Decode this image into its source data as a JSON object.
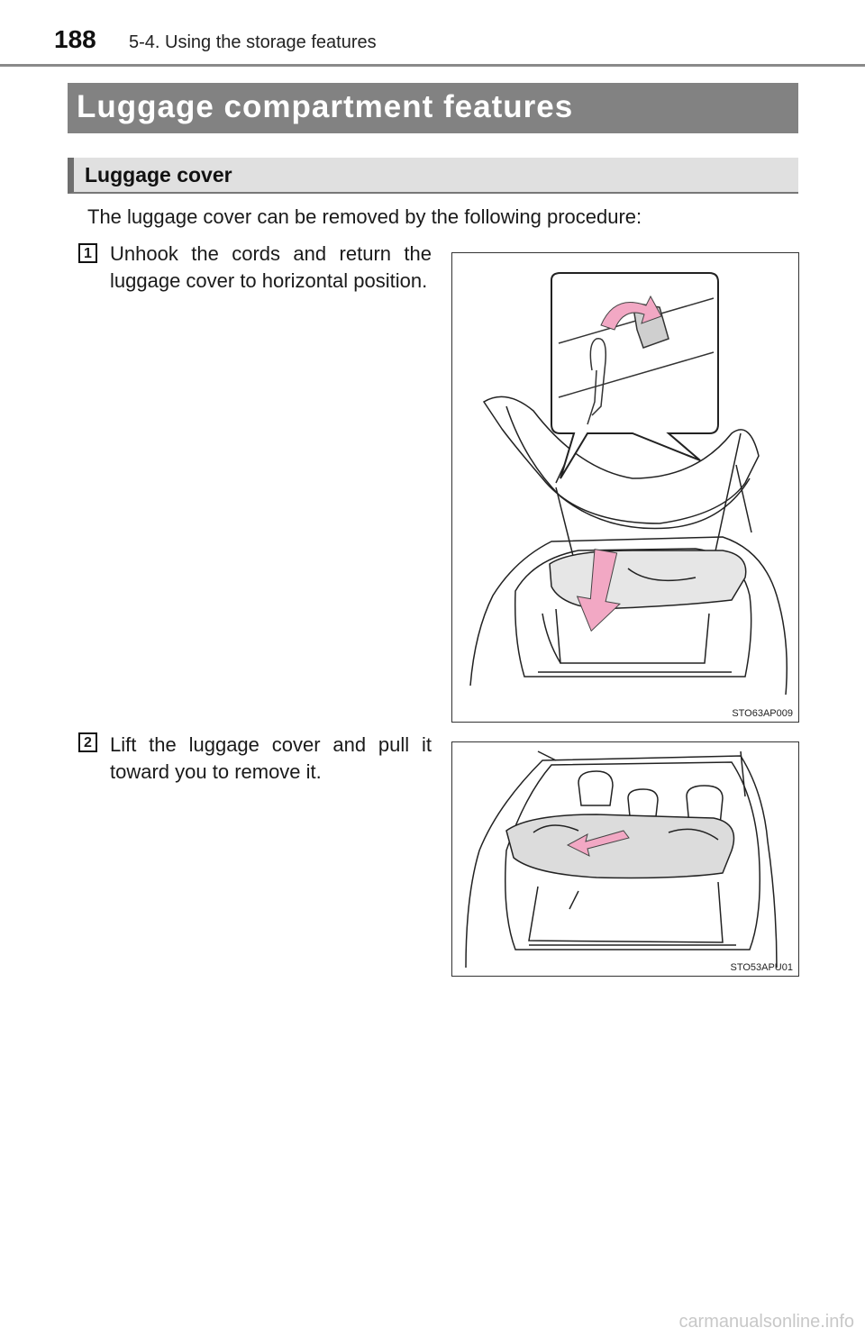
{
  "header": {
    "page_number": "188",
    "section": "5-4. Using the storage features"
  },
  "title": "Luggage compartment features",
  "subtitle": "Luggage cover",
  "intro": "The luggage cover can be removed by the following procedure:",
  "steps": [
    {
      "number": "1",
      "text": "Unhook the cords and return the luggage cover to horizontal position.",
      "figure_code": "STO63AP009",
      "icons": [
        "hook-detail-callout",
        "curved-arrow-icon",
        "down-arrow-icon"
      ]
    },
    {
      "number": "2",
      "text": "Lift the luggage cover and pull it toward you to remove it.",
      "figure_code": "STO53APU01",
      "icons": [
        "pull-arrow-icon"
      ]
    }
  ],
  "watermark": "carmanualsonline.info",
  "colors": {
    "title_bar": "#828282",
    "sub_bar": "#e0e0e0",
    "arrow_pink": "#f2a8c4"
  }
}
